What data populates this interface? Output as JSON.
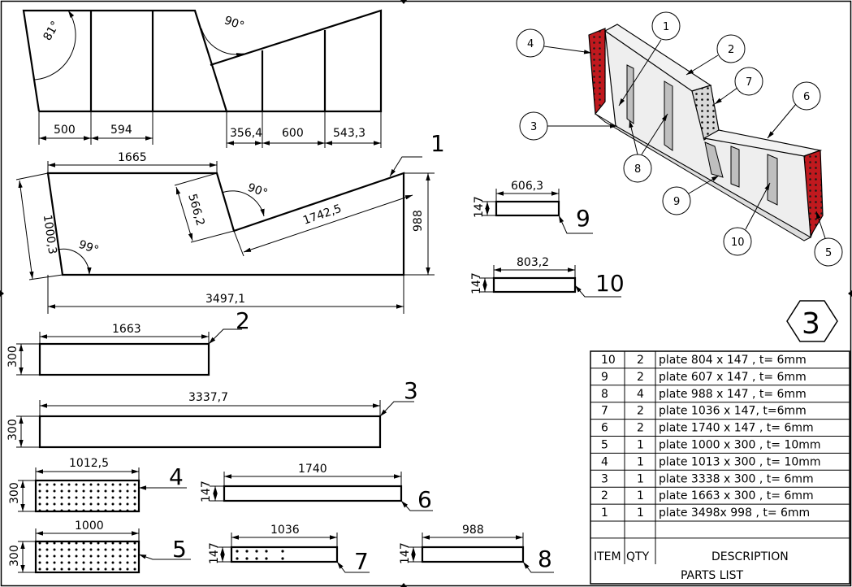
{
  "sheet": {
    "number": "3",
    "parts_list_title": "PARTS LIST"
  },
  "table": {
    "headers": {
      "item": "ITEM",
      "qty": "QTY",
      "description": "DESCRIPTION"
    },
    "rows": [
      {
        "item": "10",
        "qty": "2",
        "description": "plate 804 x 147 , t= 6mm"
      },
      {
        "item": "9",
        "qty": "2",
        "description": "plate 607 x 147 , t= 6mm"
      },
      {
        "item": "8",
        "qty": "4",
        "description": "plate 988 x 147 , t= 6mm"
      },
      {
        "item": "7",
        "qty": "2",
        "description": "plate 1036 x 147, t=6mm"
      },
      {
        "item": "6",
        "qty": "2",
        "description": "plate 1740 x 147 , t= 6mm"
      },
      {
        "item": "5",
        "qty": "1",
        "description": "plate 1000 x 300 , t= 10mm"
      },
      {
        "item": "4",
        "qty": "1",
        "description": "plate 1013 x 300 , t= 10mm"
      },
      {
        "item": "3",
        "qty": "1",
        "description": "plate 3338 x 300 , t= 6mm"
      },
      {
        "item": "2",
        "qty": "1",
        "description": "plate 1663 x 300 , t= 6mm"
      },
      {
        "item": "1",
        "qty": "1",
        "description": "plate 3498x 998 , t= 6mm"
      }
    ]
  },
  "top_view": {
    "angle_left": "81°",
    "angle_right": "90°",
    "dims": [
      "500",
      "594",
      "356,4",
      "600",
      "543,3"
    ]
  },
  "part1": {
    "label": "1",
    "dims": {
      "top": "1665",
      "left": "1000,3",
      "slant": "566,2",
      "long": "1742,5",
      "height": "988",
      "bottom": "3497,1"
    },
    "angles": {
      "right": "90°",
      "left": "99°"
    }
  },
  "part2": {
    "label": "2",
    "length": "1663",
    "height": "300"
  },
  "part3": {
    "label": "3",
    "length": "3337,7",
    "height": "300"
  },
  "part4": {
    "label": "4",
    "length": "1012,5",
    "height": "300"
  },
  "part5": {
    "label": "5",
    "length": "1000",
    "height": "300"
  },
  "part6": {
    "label": "6",
    "length": "1740",
    "height": "147"
  },
  "part7": {
    "label": "7",
    "length": "1036",
    "height": "147"
  },
  "part8": {
    "label": "8",
    "length": "988",
    "height": "147"
  },
  "part9": {
    "label": "9",
    "length": "606,3",
    "height": "147"
  },
  "part10": {
    "label": "10",
    "length": "803,2",
    "height": "147"
  },
  "iso_balloons": [
    "1",
    "2",
    "3",
    "4",
    "5",
    "6",
    "7",
    "8",
    "9",
    "10"
  ],
  "colors": {
    "end_plate": "#c0191e",
    "web_plate": "#e6e6e6",
    "web_shade": "#bfbfbf"
  }
}
